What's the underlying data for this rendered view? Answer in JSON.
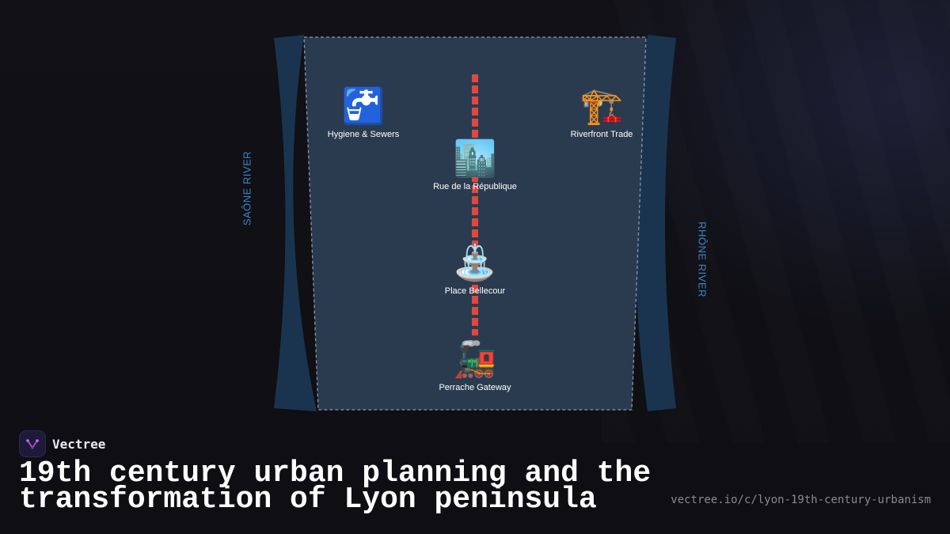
{
  "rivers": {
    "left": "SAÔNE RIVER",
    "right": "RHÔNE RIVER"
  },
  "landmarks": {
    "hygiene": {
      "icon": "🚰",
      "label": "Hygiene & Sewers"
    },
    "riverfront": {
      "icon": "🏗️",
      "label": "Riverfront Trade"
    },
    "republique": {
      "icon": "🏙️",
      "label": "Rue de la République"
    },
    "bellecour": {
      "icon": "⛲",
      "label": "Place Bellecour"
    },
    "perrache": {
      "icon": "🚂",
      "label": "Perrache Gateway"
    }
  },
  "brand": {
    "name": "Vectree"
  },
  "title": "19th century urban planning and the transformation of Lyon peninsula",
  "url": "vectree.io/c/lyon-19th-century-urbanism",
  "colors": {
    "background": "#0f0f14",
    "peninsula": "#2b3b4f",
    "river": "#1a3450",
    "axis": "#e0473f",
    "river_label": "#3f86c9"
  }
}
